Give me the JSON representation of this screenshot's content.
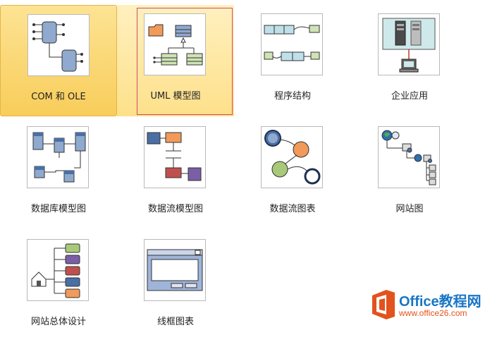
{
  "templates": [
    {
      "label": "COM 和 OLE"
    },
    {
      "label": "UML 模型图"
    },
    {
      "label": "程序结构"
    },
    {
      "label": "企业应用"
    },
    {
      "label": "数据库模型图"
    },
    {
      "label": "数据流模型图"
    },
    {
      "label": "数据流图表"
    },
    {
      "label": "网站图"
    },
    {
      "label": "网站总体设计"
    },
    {
      "label": "线框图表"
    }
  ],
  "selected_index": 0,
  "focused_index": 1,
  "watermark": {
    "title": "Office教程网",
    "url": "www.office26.com"
  },
  "colors": {
    "selected_fill": "#f8cd5a",
    "hover_fill": "#fde08a",
    "focus_border": "#d24a6a",
    "shape_blue": "#8fa9cf",
    "shape_orange": "#f19a5a",
    "shape_green": "#a8c97a",
    "watermark_orange": "#e2531d",
    "watermark_blue": "#1976c6"
  }
}
